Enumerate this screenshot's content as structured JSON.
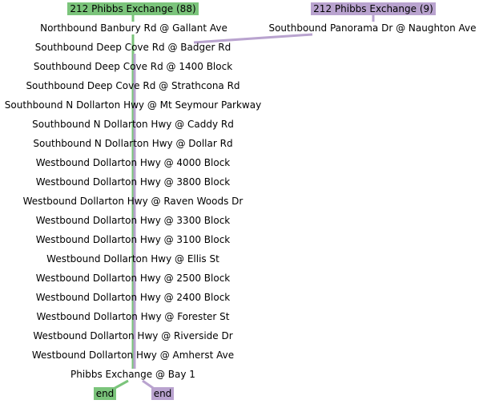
{
  "colors": {
    "route88": "#7bc47b",
    "route9": "#b9a3cf",
    "text": "#000000",
    "background": "#ffffff"
  },
  "routes": [
    {
      "id": "r88",
      "label": "212 Phibbs Exchange (88)",
      "color": "#7bc47b",
      "end_label": "end"
    },
    {
      "id": "r9",
      "label": "212 Phibbs Exchange (9)",
      "color": "#b9a3cf",
      "end_label": "end"
    }
  ],
  "stops": [
    {
      "name": "Northbound Banbury Rd @ Gallant Ave",
      "routes": [
        "r88"
      ]
    },
    {
      "name": "Southbound Panorama Dr @ Naughton Ave",
      "routes": [
        "r9"
      ]
    },
    {
      "name": "Southbound Deep Cove Rd @ Badger Rd",
      "routes": [
        "r88",
        "r9"
      ]
    },
    {
      "name": "Southbound Deep Cove Rd @ 1400 Block",
      "routes": [
        "r88",
        "r9"
      ]
    },
    {
      "name": "Southbound Deep Cove Rd @ Strathcona Rd",
      "routes": [
        "r88",
        "r9"
      ]
    },
    {
      "name": "Southbound N Dollarton Hwy @ Mt Seymour Parkway",
      "routes": [
        "r88",
        "r9"
      ]
    },
    {
      "name": "Southbound N Dollarton Hwy @ Caddy Rd",
      "routes": [
        "r88",
        "r9"
      ]
    },
    {
      "name": "Southbound N Dollarton Hwy @ Dollar Rd",
      "routes": [
        "r88",
        "r9"
      ]
    },
    {
      "name": "Westbound Dollarton Hwy @ 4000 Block",
      "routes": [
        "r88",
        "r9"
      ]
    },
    {
      "name": "Westbound Dollarton Hwy @ 3800 Block",
      "routes": [
        "r88",
        "r9"
      ]
    },
    {
      "name": "Westbound Dollarton Hwy @ Raven Woods Dr",
      "routes": [
        "r88",
        "r9"
      ]
    },
    {
      "name": "Westbound Dollarton Hwy @ 3300 Block",
      "routes": [
        "r88",
        "r9"
      ]
    },
    {
      "name": "Westbound Dollarton Hwy @ 3100 Block",
      "routes": [
        "r88",
        "r9"
      ]
    },
    {
      "name": "Westbound Dollarton Hwy @ Ellis St",
      "routes": [
        "r88",
        "r9"
      ]
    },
    {
      "name": "Westbound Dollarton Hwy @ 2500 Block",
      "routes": [
        "r88",
        "r9"
      ]
    },
    {
      "name": "Westbound Dollarton Hwy @ 2400 Block",
      "routes": [
        "r88",
        "r9"
      ]
    },
    {
      "name": "Westbound Dollarton Hwy @ Forester St",
      "routes": [
        "r88",
        "r9"
      ]
    },
    {
      "name": "Westbound Dollarton Hwy @ Riverside Dr",
      "routes": [
        "r88",
        "r9"
      ]
    },
    {
      "name": "Westbound Dollarton Hwy @ Amherst Ave",
      "routes": [
        "r88",
        "r9"
      ]
    },
    {
      "name": "Phibbs Exchange @ Bay 1",
      "routes": [
        "r88",
        "r9"
      ]
    }
  ]
}
